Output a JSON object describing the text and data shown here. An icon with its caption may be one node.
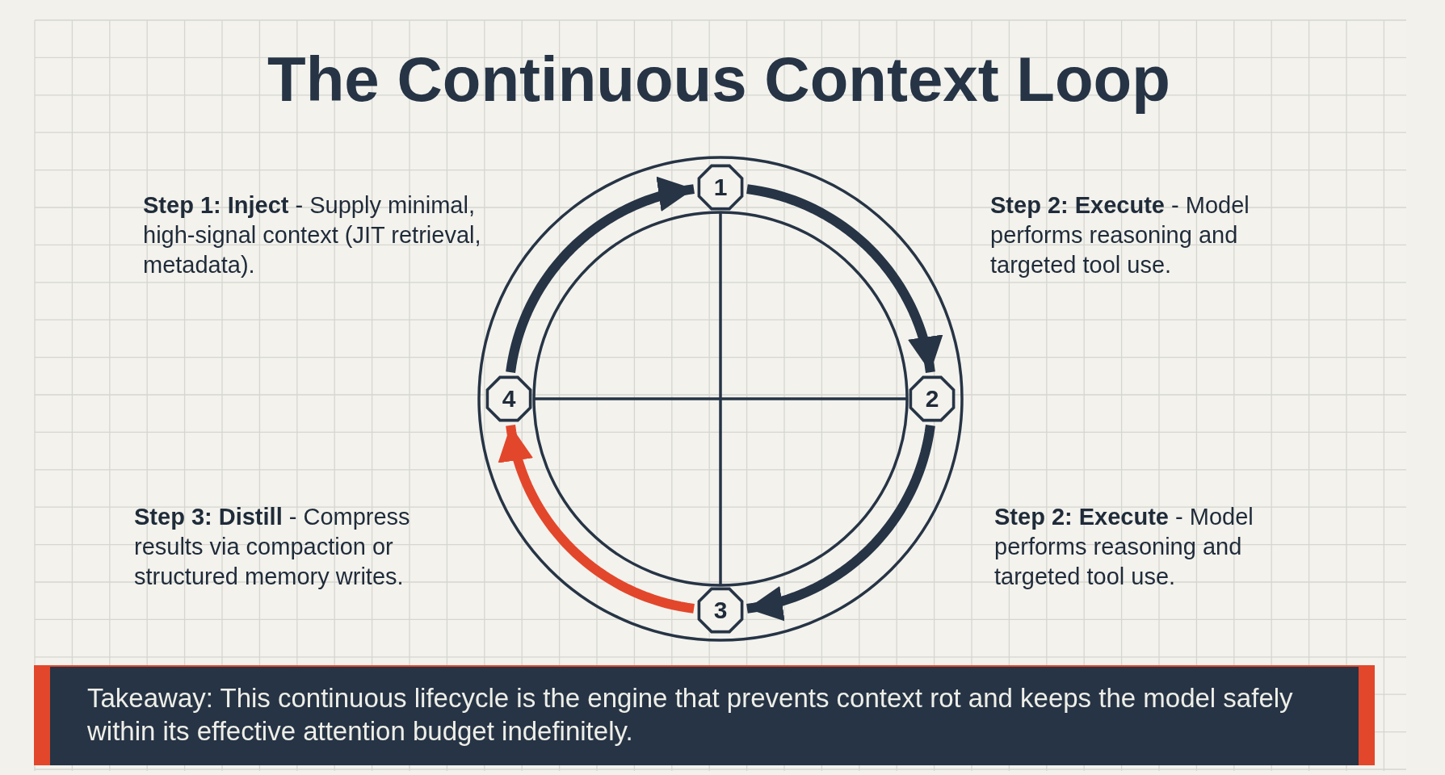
{
  "diagram": {
    "title": "The Continuous Context Loop",
    "nodes": [
      {
        "text": [
          "1"
        ]
      },
      {
        "text": [
          "2"
        ]
      },
      {
        "text": [
          "3"
        ]
      },
      {
        "text": [
          "4"
        ]
      },
      {
        "text": [
          "Takeaway: This continuous lifecycle is the engine that prevents context rot and keeps the model safely within its effective attention budget indefinitely."
        ]
      }
    ],
    "edges": [
      {
        "from": 3,
        "to": 0,
        "arrow": "to"
      },
      {
        "from": 0,
        "to": 1,
        "arrow": "to"
      },
      {
        "from": 1,
        "to": 2,
        "arrow": "to"
      },
      {
        "from": 2,
        "to": 3,
        "arrow": "to",
        "color": "#e2472b"
      }
    ],
    "labels": [
      "**Step 1: Inject** - Supply minimal, high-signal context (JIT retrieval, metadata).",
      "**Step 2: Execute** - Model performs reasoning and targeted tool use.",
      "**Step 3: Distill** - Compress results via compaction or structured memory writes.",
      "**Step 2: Execute** - Model performs reasoning and targeted tool use."
    ]
  }
}
